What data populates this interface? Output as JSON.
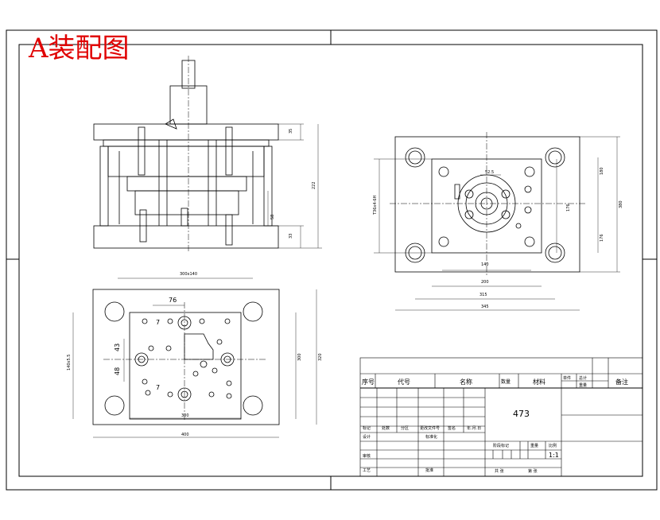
{
  "title": "A装配图",
  "colors": {
    "title": "#e00000",
    "line": "#000000",
    "background": "#ffffff"
  },
  "dims": {
    "front": {
      "height": "222",
      "top": "35",
      "mid": "58",
      "bottom": "33"
    },
    "side": {
      "left_dim": "T36x4-6H",
      "w1": "140",
      "w2": "200",
      "w3": "315",
      "w4": "345",
      "h1": "180",
      "h2": "176",
      "h3": "380",
      "h4": "176",
      "top_small": "52.5"
    },
    "plan": {
      "top": "300x140",
      "d76": "76",
      "d7a": "7",
      "d7b": "7",
      "d43": "43",
      "d48": "48",
      "left": "140x5.5",
      "w_inner": "300",
      "w_outer": "400",
      "h_right": "300",
      "h_outer": "320"
    }
  },
  "title_block": {
    "header": {
      "seq": "序号",
      "code": "代号",
      "name": "名称",
      "qty": "数量",
      "material": "材料",
      "single": "单件",
      "total": "总计",
      "weight": "重量",
      "remarks": "备注"
    },
    "part_number": "473",
    "scale": "1:1",
    "rev_row": {
      "mark": "标记",
      "count": "处数",
      "zone": "分区",
      "doc": "更改文件号",
      "sign": "签名",
      "date": "年.月.日"
    },
    "roles": {
      "design": "设计",
      "standard": "标准化",
      "check": "审核",
      "process": "工艺",
      "approve": "批准"
    },
    "stage": {
      "label": "阶段标记",
      "weight": "重量",
      "ratio": "比例"
    },
    "sheet": {
      "total": "共 张",
      "this": "第 张"
    }
  }
}
